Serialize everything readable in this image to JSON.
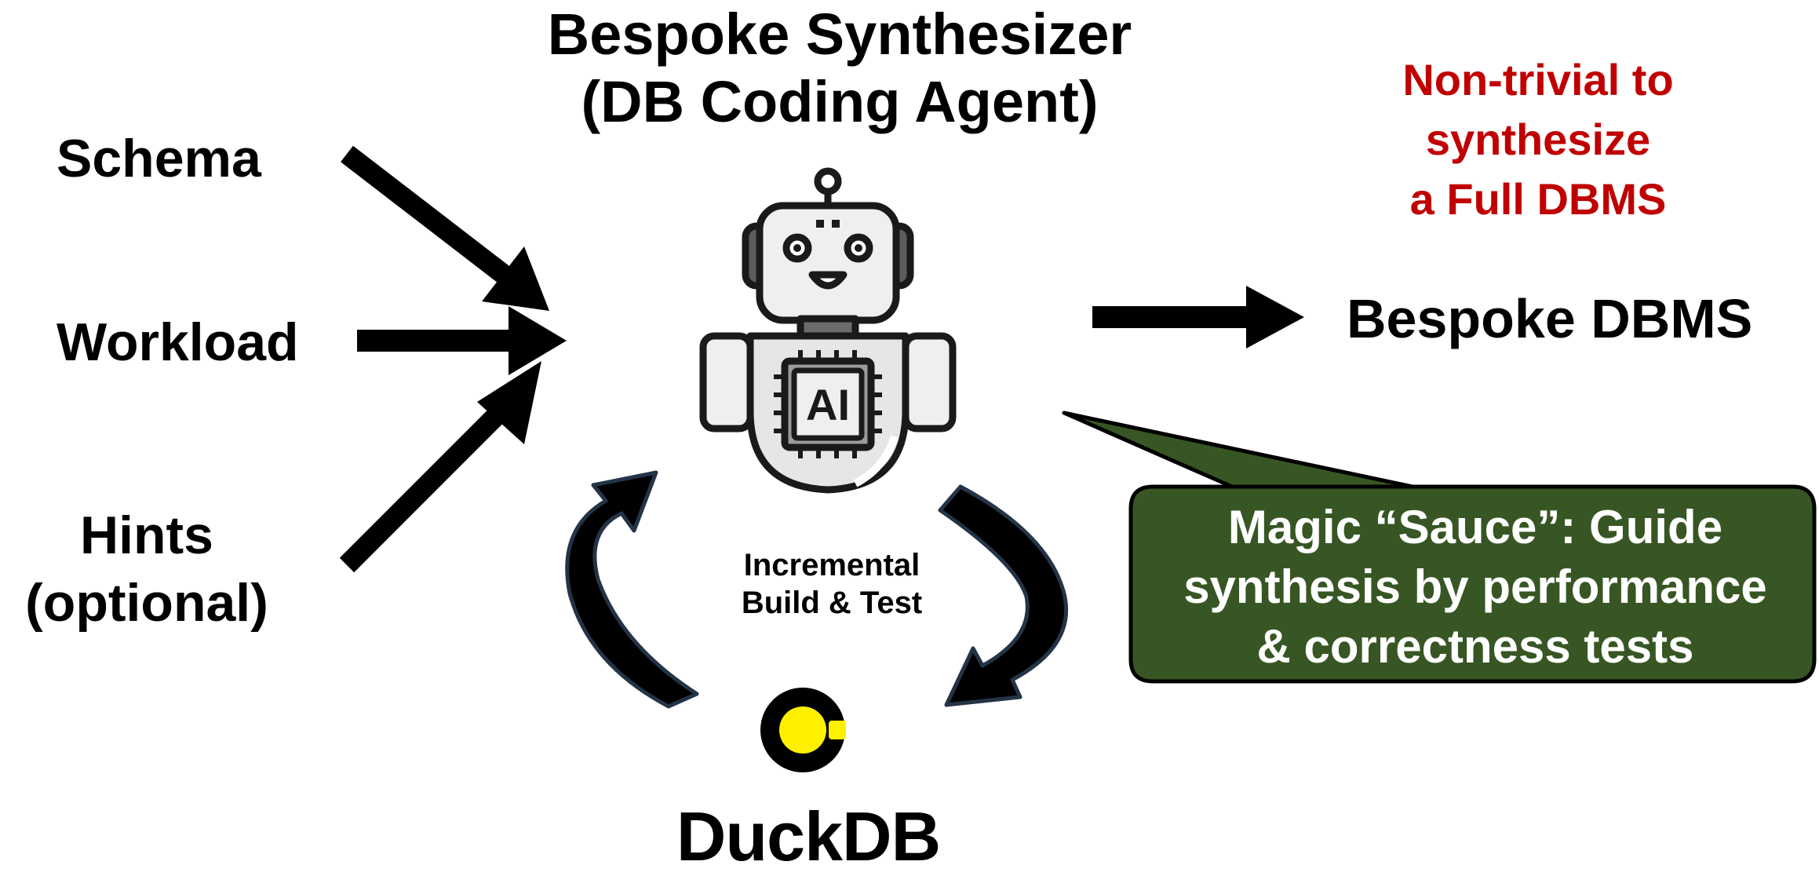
{
  "title": {
    "line1": "Bespoke Synthesizer",
    "line2": "(DB Coding Agent)"
  },
  "inputs": {
    "schema": "Schema",
    "workload": "Workload",
    "hints_line1": "Hints",
    "hints_line2": "(optional)"
  },
  "warning": {
    "line1": "Non-trivial to",
    "line2": "synthesize",
    "line3": "a Full DBMS",
    "color": "#c00000"
  },
  "output": {
    "label": "Bespoke DBMS"
  },
  "agent": {
    "chip_text": "AI",
    "icon": "robot-icon"
  },
  "loop": {
    "line1": "Incremental",
    "line2": "Build & Test"
  },
  "duckdb": {
    "name": "DuckDB",
    "icon": "duckdb-logo-icon",
    "logo_yellow": "#fff000"
  },
  "callout": {
    "line1": "Magic “Sauce”: Guide",
    "line2": "synthesis by performance",
    "line3": "& correctness tests",
    "fill": "#375623"
  }
}
